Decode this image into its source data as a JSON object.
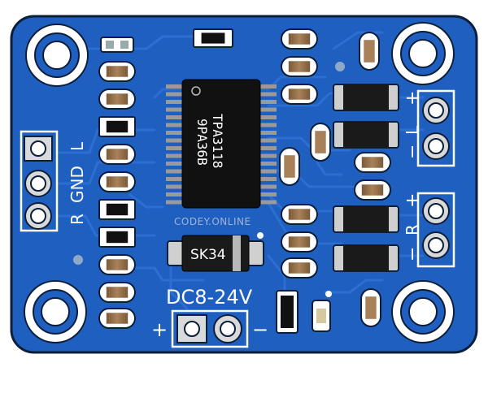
{
  "board": {
    "pcb_color": "#1f5fbf",
    "trace_color": "#2a6ad0",
    "outline_color": "#0b1f3a"
  },
  "chip": {
    "line1": "TPA3118",
    "line2": "9PA36B"
  },
  "watermark": "CODEY.ONLINE",
  "diode_label": "SK34",
  "power": {
    "label": "DC8-24V",
    "plus": "+",
    "minus": "−"
  },
  "input": {
    "r": "R",
    "gnd": "GND",
    "l": "L"
  },
  "output_left": {
    "plus": "+",
    "letter": "L",
    "minus": "−"
  },
  "output_right": {
    "plus": "+",
    "letter": "R",
    "minus": "−"
  }
}
